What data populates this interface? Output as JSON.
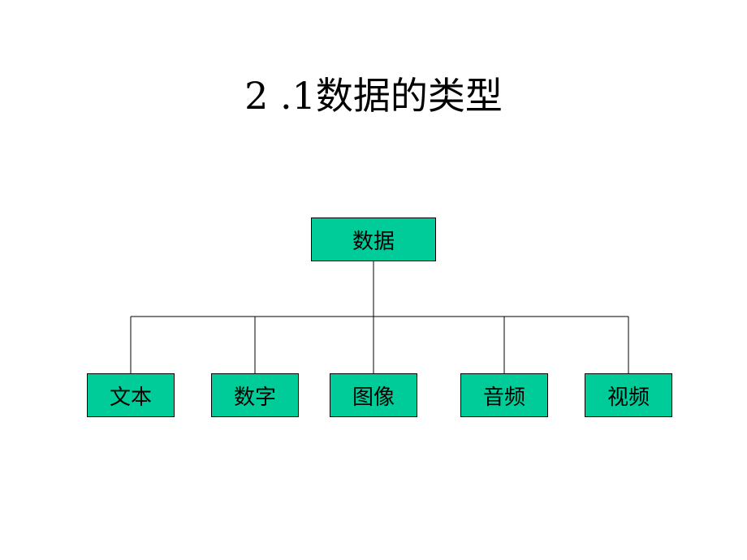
{
  "slide": {
    "title": "2 .1数据的类型"
  },
  "tree": {
    "node_fill": "#00CC99",
    "line_color": "#000000",
    "root": {
      "label": "数据"
    },
    "children": [
      {
        "label": "文本"
      },
      {
        "label": "数字"
      },
      {
        "label": "图像"
      },
      {
        "label": "音频"
      },
      {
        "label": "视频"
      }
    ]
  }
}
